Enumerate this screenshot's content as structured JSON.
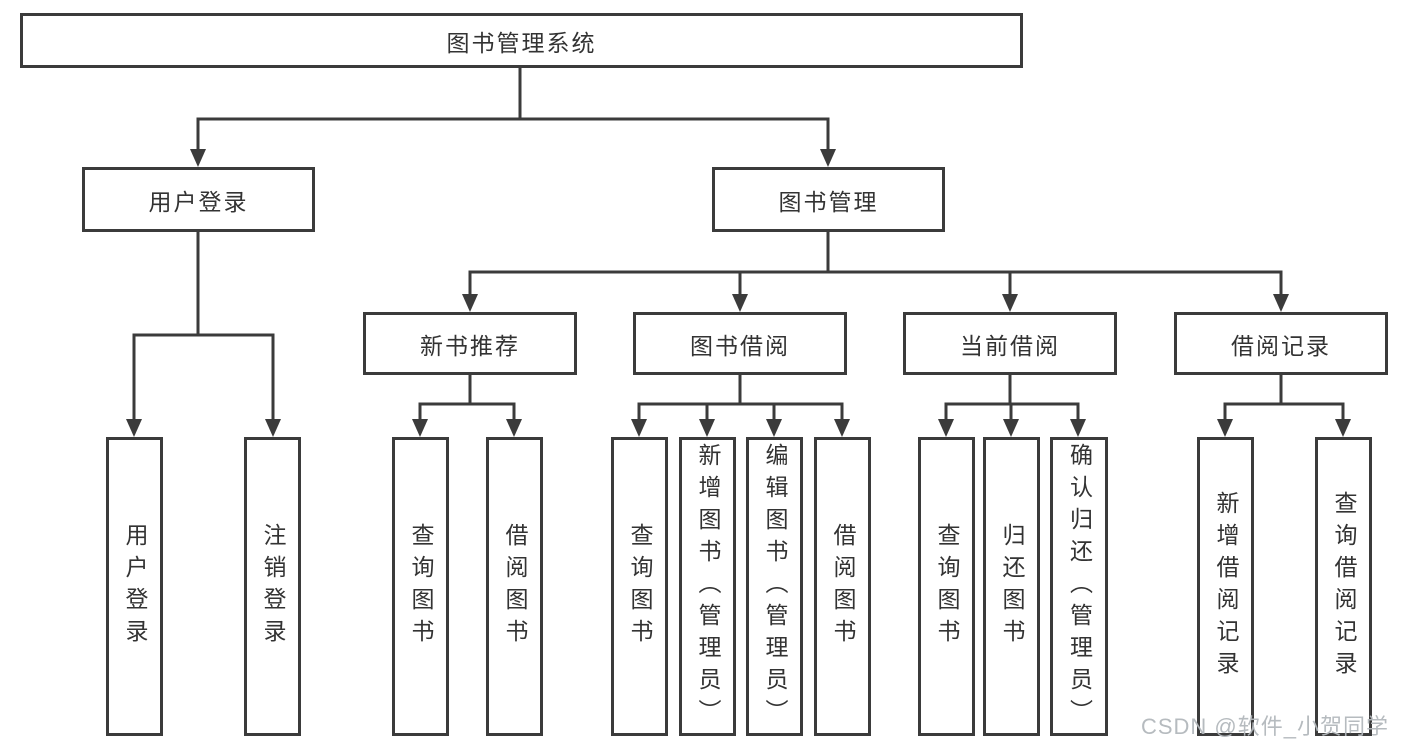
{
  "diagram": {
    "type": "hierarchy-tree",
    "line_color": "#3b3b3b",
    "box_border_color": "#3b3b3b",
    "box_fill_color": "#ffffff",
    "text_color": "#333333"
  },
  "tree": {
    "label": "图书管理系统",
    "children": [
      {
        "label": "用户登录",
        "children": [
          {
            "label": "用户登录"
          },
          {
            "label": "注销登录"
          }
        ]
      },
      {
        "label": "图书管理",
        "children": [
          {
            "label": "新书推荐",
            "children": [
              {
                "label": "查询图书"
              },
              {
                "label": "借阅图书"
              }
            ]
          },
          {
            "label": "图书借阅",
            "children": [
              {
                "label": "查询图书"
              },
              {
                "label": "新增图书（管理员）"
              },
              {
                "label": "编辑图书（管理员）"
              },
              {
                "label": "借阅图书"
              }
            ]
          },
          {
            "label": "当前借阅",
            "children": [
              {
                "label": "查询图书"
              },
              {
                "label": "归还图书"
              },
              {
                "label": "确认归还（管理员）"
              }
            ]
          },
          {
            "label": "借阅记录",
            "children": [
              {
                "label": "新增借阅记录"
              },
              {
                "label": "查询借阅记录"
              }
            ]
          }
        ]
      }
    ]
  },
  "watermark": {
    "text": "CSDN @软件_小贺同学",
    "color": "#b2b7bc"
  }
}
